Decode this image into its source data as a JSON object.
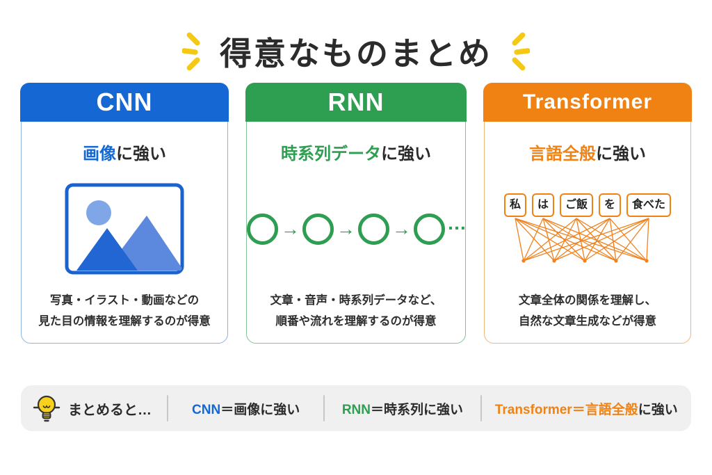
{
  "title": "得意なものまとめ",
  "colors": {
    "cnn_blue": "#1568d4",
    "rnn_green": "#2e9e51",
    "transformer_orange": "#f08214",
    "sparkle_yellow": "#f5c913",
    "summary_bar_bg": "#f0f0f1"
  },
  "cards": [
    {
      "title": "CNN",
      "subtitle_accent": "画像",
      "subtitle_rest": "に強い",
      "desc_line1": "写真・イラスト・動画などの",
      "desc_line2": "見た目の情報を理解するのが得意"
    },
    {
      "title": "RNN",
      "subtitle_accent": "時系列データ",
      "subtitle_rest": "に強い",
      "arrow": "→",
      "ellipsis": "…",
      "desc_line1": "文章・音声・時系列データなど、",
      "desc_line2": "順番や流れを理解するのが得意"
    },
    {
      "title": "Transformer",
      "subtitle_accent": "言語全般",
      "subtitle_rest": "に強い",
      "words": [
        "私",
        "は",
        "ご飯",
        "を",
        "食べた"
      ],
      "desc_line1": "文章全体の関係を理解し、",
      "desc_line2": "自然な文章生成などが得意"
    }
  ],
  "summary": {
    "intro": "まとめると…",
    "items": [
      {
        "name": "CNN",
        "accent": "",
        "rest": "＝画像に強い"
      },
      {
        "name": "RNN",
        "accent": "",
        "rest": "＝時系列に強い"
      },
      {
        "name": "Transformer",
        "accent": "＝言語全般",
        "rest": "に強い"
      }
    ]
  }
}
